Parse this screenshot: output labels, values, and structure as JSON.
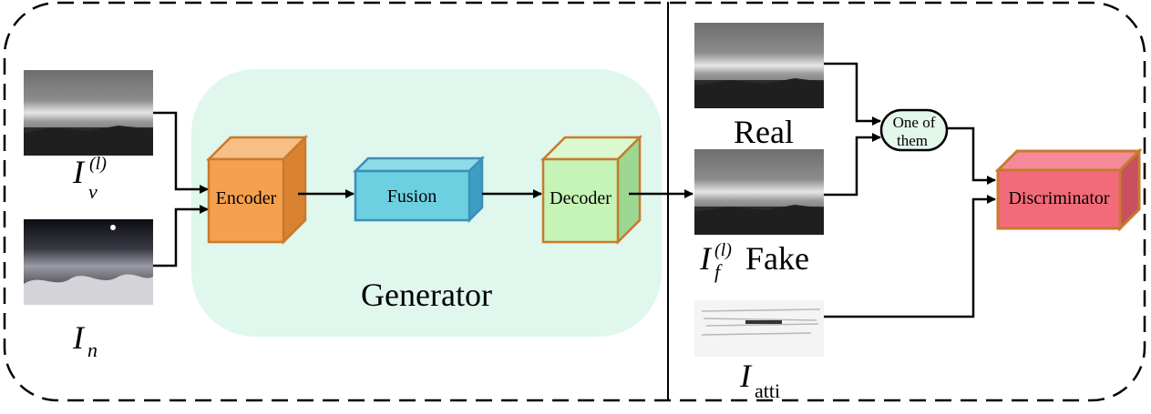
{
  "generator": {
    "label": "Generator",
    "color": "#dff7ec",
    "encoder": {
      "label": "Encoder",
      "front": "#f5a04f",
      "top": "#f7bf85",
      "side": "#d9822f",
      "edge": "#c87a2e"
    },
    "fusion": {
      "label": "Fusion",
      "front": "#6dd0e0",
      "top": "#8edcea",
      "side": "#3d9fc4",
      "edge": "#3b8fb8"
    },
    "decoder": {
      "label": "Decoder",
      "front": "#c6f3b6",
      "top": "#dbf8cf",
      "side": "#9cd891",
      "edge": "#c87a2e"
    }
  },
  "inputs": {
    "visible": {
      "base": "I",
      "sub": "v",
      "sup": "(l)"
    },
    "infrared": {
      "base": "I",
      "sub": "n"
    }
  },
  "discriminator_side": {
    "real_label": "Real",
    "fake": {
      "base": "I",
      "sub": "f",
      "sup": "(l)",
      "label": "Fake"
    },
    "attention": {
      "base": "I",
      "sub": "atti"
    },
    "selector_line1": "One of",
    "selector_line2": "them",
    "selector_color": "#e3f7ea",
    "discriminator": {
      "label": "Discriminator",
      "front": "#f26b7a",
      "top": "#f48a97",
      "side": "#c9505e",
      "edge": "#c87a2e"
    }
  }
}
